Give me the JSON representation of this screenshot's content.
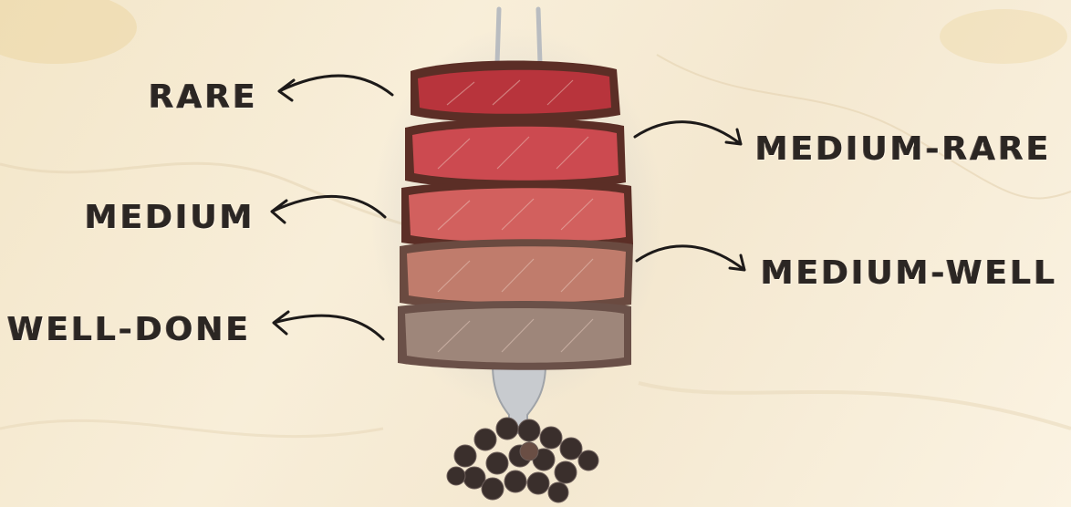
{
  "labels": {
    "rare": "RARE",
    "medium_rare": "MEDIUM-RARE",
    "medium": "MEDIUM",
    "medium_well": "MEDIUM-WELL",
    "well_done": "WELL-DONE"
  },
  "colors": {
    "rare": "#b8343c",
    "medium_rare": "#cc4a50",
    "medium": "#d2605e",
    "medium_well": "#c07c6c",
    "well_done": "#9e867a",
    "crust": "#5b2e26",
    "text": "#2b2623"
  }
}
